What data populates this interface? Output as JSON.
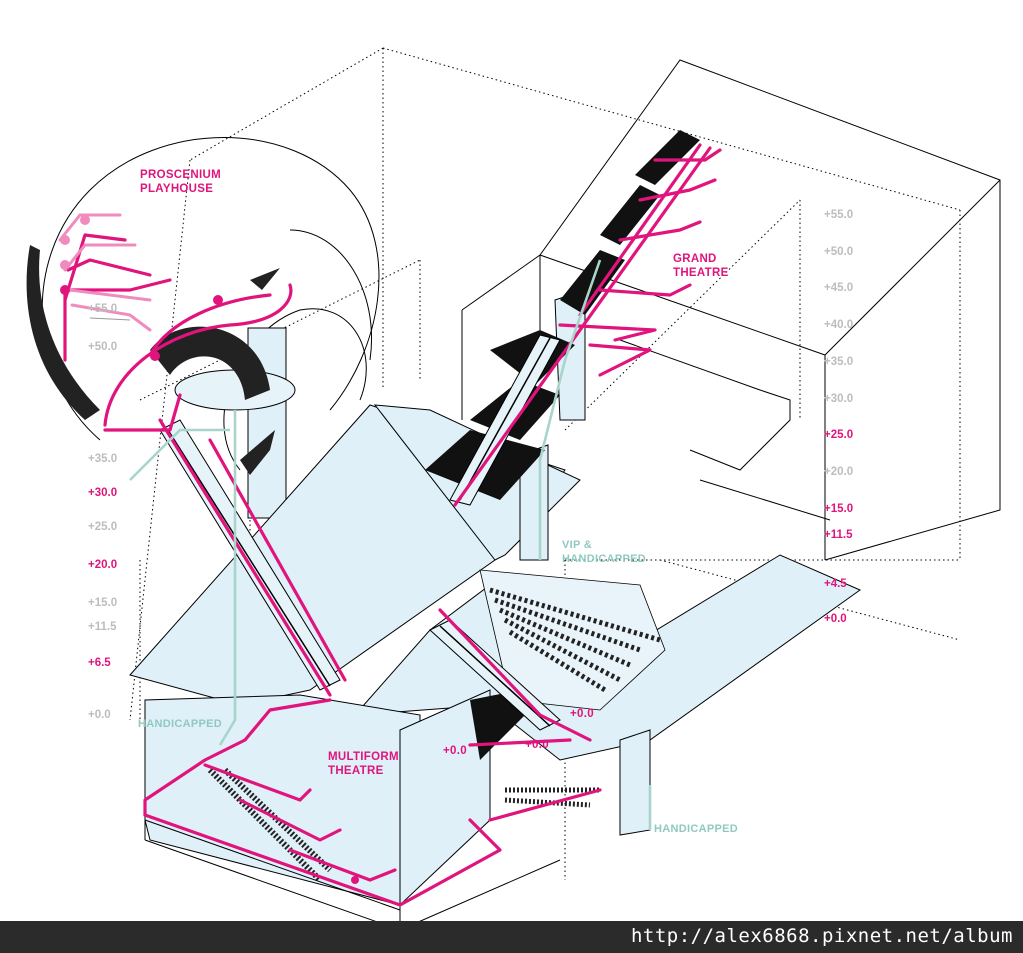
{
  "labels": {
    "proscenium_line1": "PROSCENIUM",
    "proscenium_line2": "PLAYHOUSE",
    "grand_line1": "GRAND",
    "grand_line2": "THEATRE",
    "multiform_line1": "MULTIFORM",
    "multiform_line2": "THEATRE",
    "vip_line1": "VIP &",
    "vip_line2": "HANDICAPPED",
    "handicapped_left": "HANDICAPPED",
    "handicapped_right": "HANDICAPPED",
    "plus_zero_a": "+0.0",
    "plus_zero_b": "+0.0",
    "plus_zero_c": "+0.0"
  },
  "left_levels": [
    "+55.0",
    "+50.0",
    "+35.0",
    "+30.0",
    "+25.0",
    "+20.0",
    "+15.0",
    "+11.5",
    "+6.5",
    "+0.0"
  ],
  "right_levels": [
    "+55.0",
    "+50.0",
    "+45.0",
    "+40.0",
    "+35.0",
    "+30.0",
    "+25.0",
    "+20.0",
    "+15.0",
    "+11.5",
    "+4.5",
    "+0.0"
  ],
  "colors": {
    "route": "#e0147c",
    "route_light": "#f08bbd",
    "handicapped_route": "#a9d4cc",
    "floor_plane": "#dff0f8",
    "footer_bg": "#2b2b2b"
  },
  "footer": {
    "url": "http://alex6868.pixnet.net/album"
  }
}
